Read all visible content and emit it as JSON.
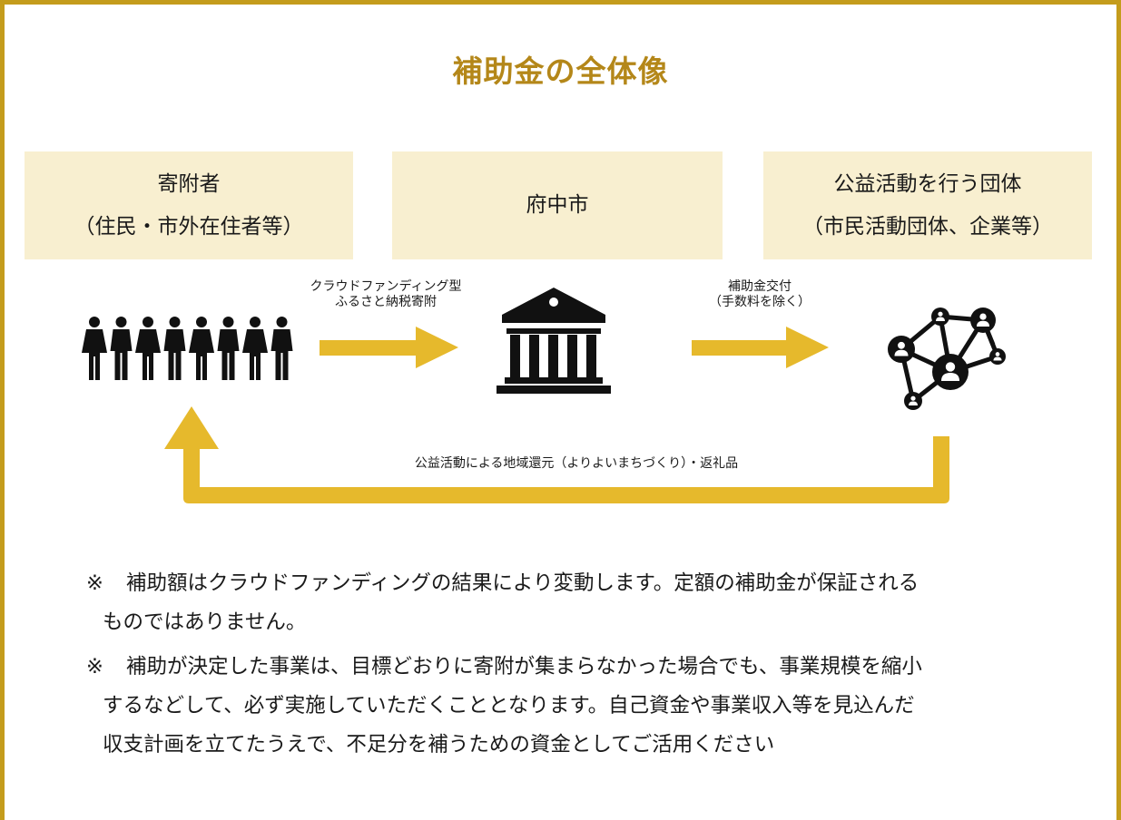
{
  "title": "補助金の全体像",
  "boxes": {
    "donor": {
      "line1": "寄附者",
      "line2": "（住民・市外在住者等）"
    },
    "city": {
      "line1": "府中市"
    },
    "org": {
      "line1": "公益活動を行う団体",
      "line2": "（市民活動団体、企業等）"
    }
  },
  "arrows": {
    "donation": {
      "line1": "クラウドファンディング型",
      "line2": "ふるさと納税寄附"
    },
    "subsidy": {
      "line1": "補助金交付",
      "line2": "（手数料を除く）"
    },
    "return": {
      "label": "公益活動による地域還元（よりよいまちづくり）・返礼品"
    }
  },
  "notes": [
    {
      "mark": "※",
      "line1": "補助額はクラウドファンディングの結果により変動します。定額の補助金が保証される",
      "line2": "ものではありません。"
    },
    {
      "mark": "※",
      "line1": "補助が決定した事業は、目標どおりに寄附が集まらなかった場合でも、事業規模を縮小",
      "line2": "するなどして、必ず実施していただくこととなります。自己資金や事業収入等を見込んだ",
      "line3": "収支計画を立てたうえで、不足分を補うための資金としてご活用ください"
    }
  ],
  "colors": {
    "frame": "#c49c1c",
    "title": "#b48719",
    "box_fill": "#f8efd0",
    "arrow": "#e6b92c",
    "icon": "#111111"
  },
  "icons": [
    "people-group-icon",
    "government-building-icon",
    "network-people-icon"
  ]
}
